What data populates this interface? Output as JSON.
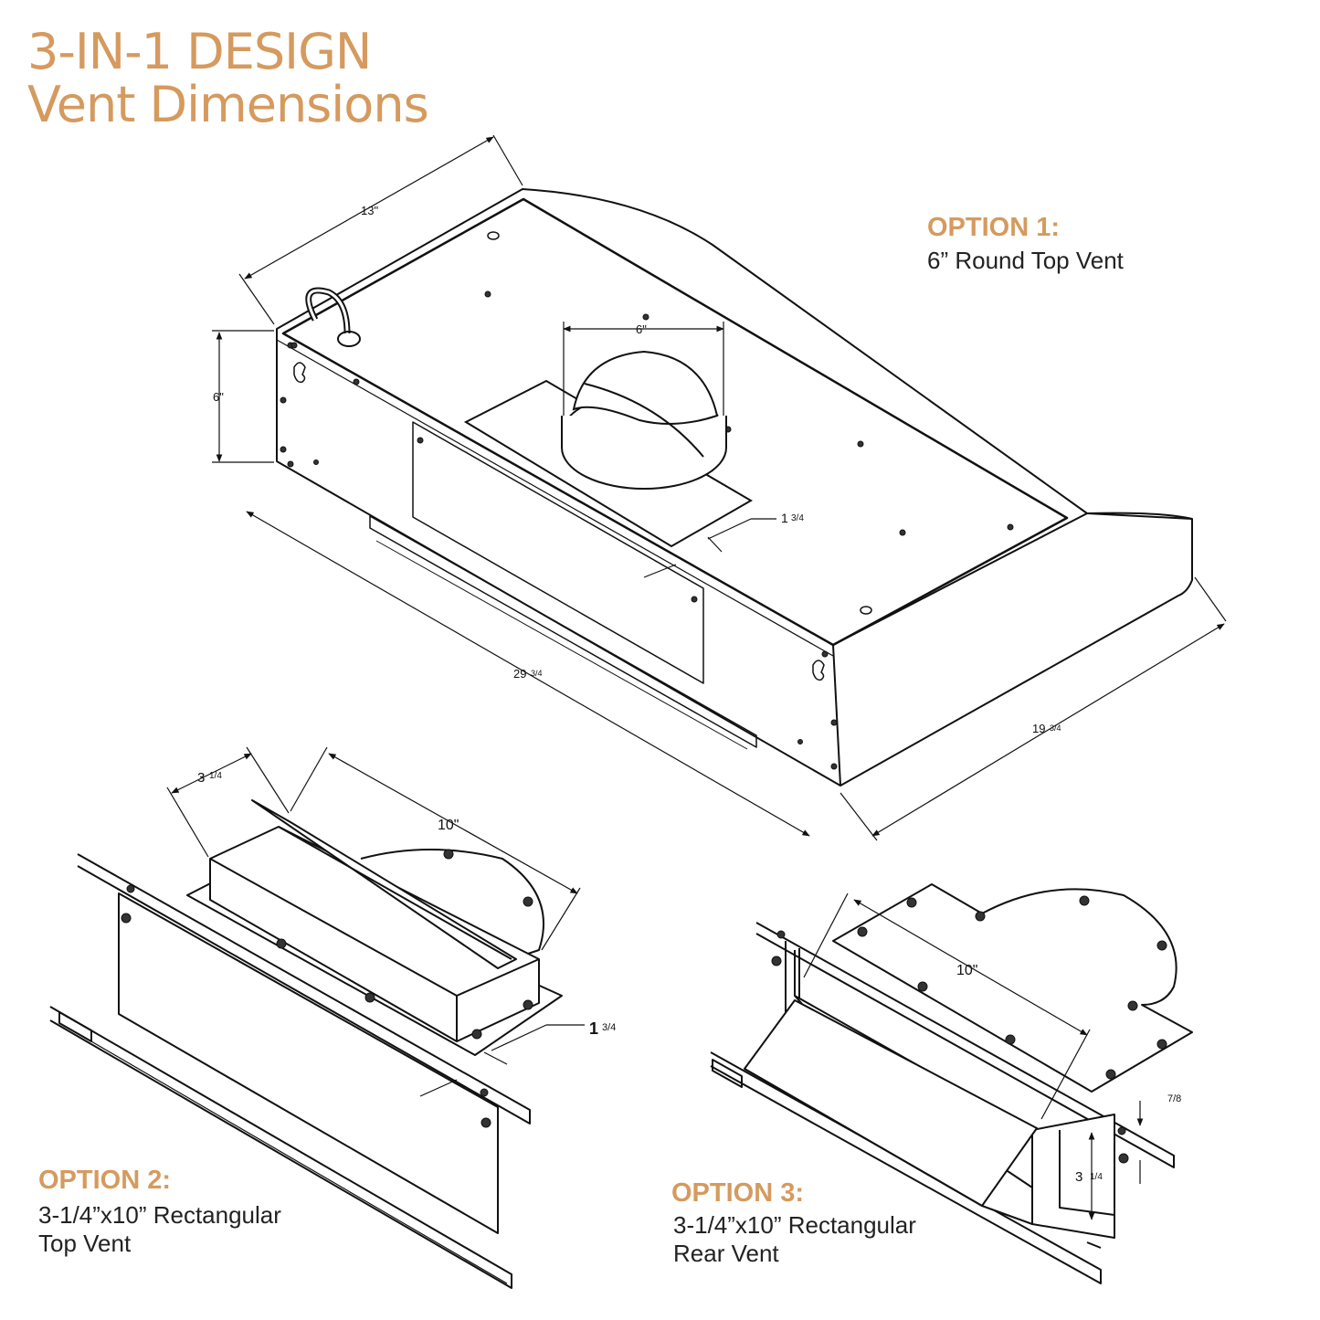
{
  "title": {
    "line1": "3-IN-1 DESIGN",
    "line2": "Vent Dimensions"
  },
  "colors": {
    "accent": "#d59a5e",
    "line": "#111111"
  },
  "options": [
    {
      "heading": "OPTION 1:",
      "lines": [
        "6” Round Top Vent"
      ]
    },
    {
      "heading": "OPTION 2:",
      "lines": [
        "3-1/4”x10” Rectangular",
        "Top Vent"
      ]
    },
    {
      "heading": "OPTION 3:",
      "lines": [
        "3-1/4”x10” Rectangular",
        "Rear Vent"
      ]
    }
  ],
  "dimensions": {
    "main": {
      "depth": "13\"",
      "height": "6\"",
      "round_vent": "6\"",
      "flange_whole": "1",
      "flange_frac": "3/4",
      "width_whole": "29",
      "width_frac": "3/4",
      "side_whole": "19",
      "side_frac": "3/4"
    },
    "option2": {
      "depth_whole": "3",
      "depth_frac": "1/4",
      "width": "10\"",
      "flange_whole": "1",
      "flange_frac": "3/4"
    },
    "option3": {
      "width": "10\"",
      "offset_frac": "7/8",
      "height_whole": "3",
      "height_frac": "1/4"
    }
  }
}
